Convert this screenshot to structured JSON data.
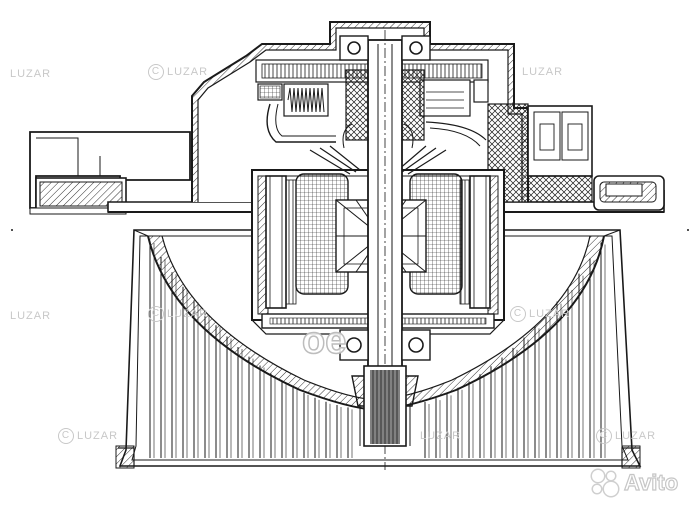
{
  "figure": {
    "description_free": true,
    "colors": {
      "line": "#1a1a1a",
      "hatch": "#1a1a1a",
      "background": "#ffffff",
      "watermark": "#c8c8c8"
    }
  },
  "watermarks": {
    "brand": "LUZAR",
    "brand_mark": "C",
    "corner_mark": "oe",
    "site": "Avito"
  }
}
